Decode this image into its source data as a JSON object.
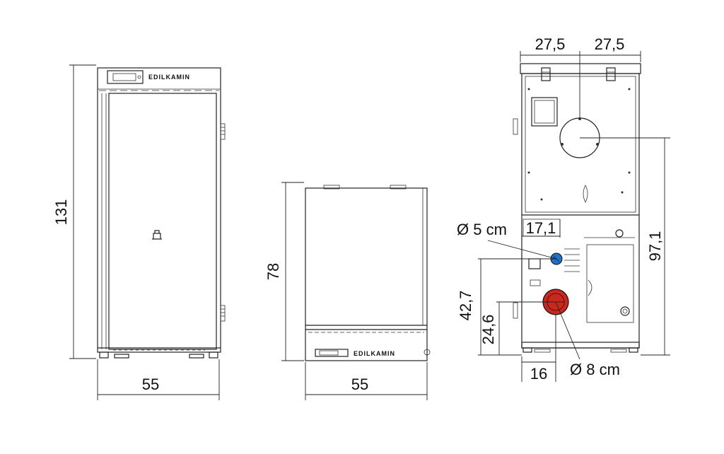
{
  "brand": "EDILKAMIN",
  "front_view": {
    "height": "131",
    "width": "55"
  },
  "side_view": {
    "height": "78",
    "width": "55"
  },
  "rear_view": {
    "top_left_offset": "27,5",
    "top_right_offset": "27,5",
    "flue_height": "97,1",
    "air_inlet_offset": "17,1",
    "air_inlet_diameter": "Ø 5 cm",
    "outlet_height_upper": "42,7",
    "outlet_height_lower": "24,6",
    "outlet_side_offset": "16",
    "outlet_diameter": "Ø 8 cm"
  },
  "colors": {
    "air_inlet": "#1e73c8",
    "outlet": "#c8281e",
    "line": "#222222"
  }
}
